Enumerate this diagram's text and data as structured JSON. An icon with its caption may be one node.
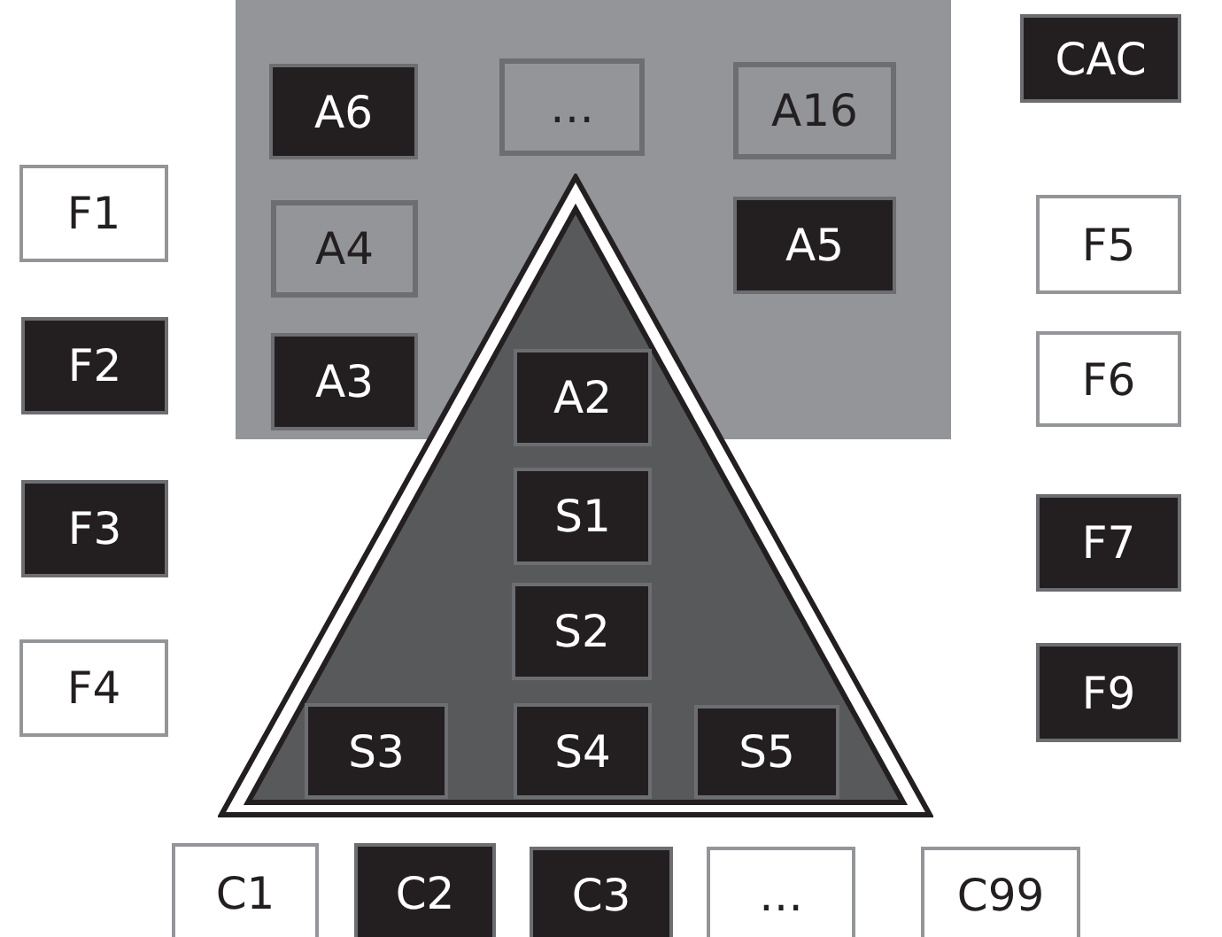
{
  "diagram": {
    "nodes": [
      {
        "text": [],
        "shape": "box"
      },
      {
        "text": [
          "A6"
        ],
        "in": 0
      },
      {
        "text": [
          "…"
        ],
        "in": 0
      },
      {
        "text": [
          "A16"
        ],
        "in": 0
      },
      {
        "text": [
          "A4"
        ],
        "in": 0
      },
      {
        "text": [
          "A5"
        ],
        "in": 0
      },
      {
        "text": [
          "A3"
        ],
        "in": 0
      },
      {
        "text": [],
        "shape": "triangle"
      },
      {
        "text": [
          "A2"
        ],
        "in": 7
      },
      {
        "text": [
          "S1"
        ],
        "in": 7
      },
      {
        "text": [
          "S2"
        ],
        "in": 7
      },
      {
        "text": [
          "S3"
        ],
        "in": 7
      },
      {
        "text": [
          "S4"
        ],
        "in": 7
      },
      {
        "text": [
          "S5"
        ],
        "in": 7
      },
      {
        "text": [
          "CAC"
        ]
      },
      {
        "text": [
          "F1"
        ]
      },
      {
        "text": [
          "F2"
        ]
      },
      {
        "text": [
          "F3"
        ]
      },
      {
        "text": [
          "F4"
        ]
      },
      {
        "text": [
          "F5"
        ]
      },
      {
        "text": [
          "F6"
        ]
      },
      {
        "text": [
          "F7"
        ]
      },
      {
        "text": [
          "F9"
        ]
      },
      {
        "text": [
          "C1"
        ]
      },
      {
        "text": [
          "C2"
        ]
      },
      {
        "text": [
          "C3"
        ]
      },
      {
        "text": [
          "…"
        ]
      },
      {
        "text": [
          "C99"
        ]
      }
    ]
  }
}
